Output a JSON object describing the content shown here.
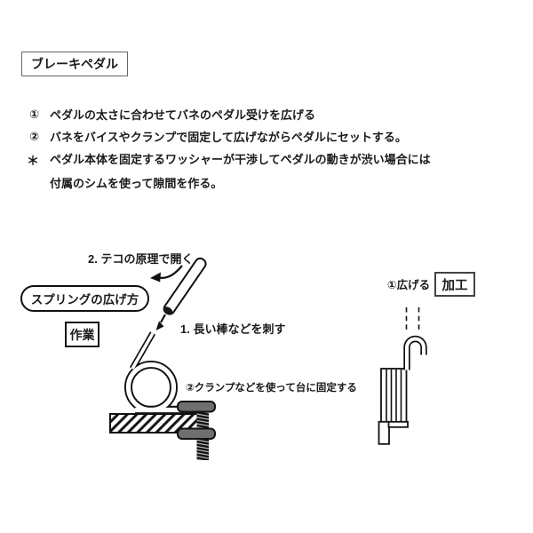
{
  "header": {
    "title": "ブレーキペダル"
  },
  "instructions": {
    "items": [
      {
        "marker": "①",
        "text": "ペダルの太さに合わせてバネのペダル受けを広げる"
      },
      {
        "marker": "②",
        "text": "バネをバイスやクランプで固定して広げながらペダルにセットする。"
      }
    ],
    "note": {
      "marker": "＊",
      "line1": "ペダル本体を固定するワッシャーが干渉してペダルの動きが渋い場合には",
      "line2": "付属のシムを使って隙間を作る。"
    }
  },
  "diagram": {
    "spread_method_title": "スプリングの広げ方",
    "work_label": "作業",
    "step1_label": "1. 長い棒などを刺す",
    "step2_label": "2. テコの原理で開く",
    "clamp_note": "②クランプなどを使って台に固定する",
    "widen_label": "①広げる",
    "process_label": "加工"
  },
  "colors": {
    "ink": "#1a1a1a",
    "clamp_gray": "#6f6f6f",
    "paper": "#ffffff"
  }
}
